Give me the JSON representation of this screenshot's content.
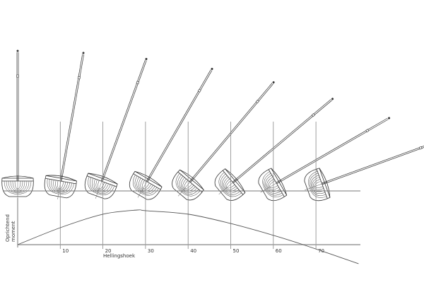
{
  "chart_data": {
    "type": "line",
    "title": "",
    "xlabel": "Hellingshoek",
    "ylabel": "Oprichtend moment",
    "ylabel_lines": [
      "Oprichtend",
      "moment"
    ],
    "x_ticks": [
      "10",
      "20",
      "30",
      "40",
      "50",
      "60",
      "70"
    ],
    "xlim": [
      0,
      80
    ],
    "ylim": [
      -0.6,
      1.0
    ],
    "series": [
      {
        "name": "Oprichtend moment",
        "x": [
          0,
          10,
          20,
          28,
          30,
          40,
          50,
          60,
          67,
          80
        ],
        "y": [
          0,
          0.49,
          0.88,
          1.0,
          0.98,
          0.88,
          0.61,
          0.27,
          0,
          -0.55
        ]
      }
    ],
    "boat_heel_angles": [
      0,
      10,
      20,
      30,
      40,
      50,
      60,
      70
    ],
    "line_color": "#555555"
  }
}
